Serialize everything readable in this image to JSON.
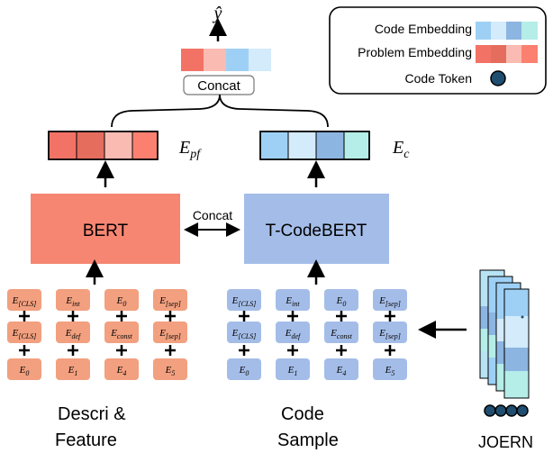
{
  "output_label": "ŷ",
  "concat_top_label": "Concat",
  "concat_mid_label": "Concat",
  "bert_label": "BERT",
  "tcodebert_label": "T-CodeBERT",
  "e_pf_label": "E",
  "e_pf_sub": "pf",
  "e_c_label": "E",
  "e_c_sub": "c",
  "legend": {
    "code_embedding": "Code Embedding",
    "problem_embedding": "Problem Embedding",
    "code_token": "Code Token"
  },
  "colors": {
    "problem": [
      "#f27366",
      "#e56d5e",
      "#f9bbb2",
      "#fb8070"
    ],
    "code": [
      "#9ed0f5",
      "#d3ebfb",
      "#8cb5e1",
      "#b5ede8"
    ],
    "bert_box": "#f68672",
    "tcodebert_box": "#a4bde8",
    "left_token": "#f2a07f",
    "right_token": "#a4bde8",
    "token_dot": "#1f4e70"
  },
  "token_grid": {
    "row1": [
      "E[CLS]",
      "Eint",
      "E0",
      "E[sep]"
    ],
    "row2": [
      "E[CLS]",
      "Edef",
      "Econst",
      "E[sep]"
    ],
    "row3": [
      "E0",
      "E1",
      "E4",
      "E5"
    ]
  },
  "captions": {
    "left_line1": "Descri &",
    "left_line2": "Feature",
    "middle_line1": "Code",
    "middle_line2": "Sample",
    "right": "JOERN"
  }
}
